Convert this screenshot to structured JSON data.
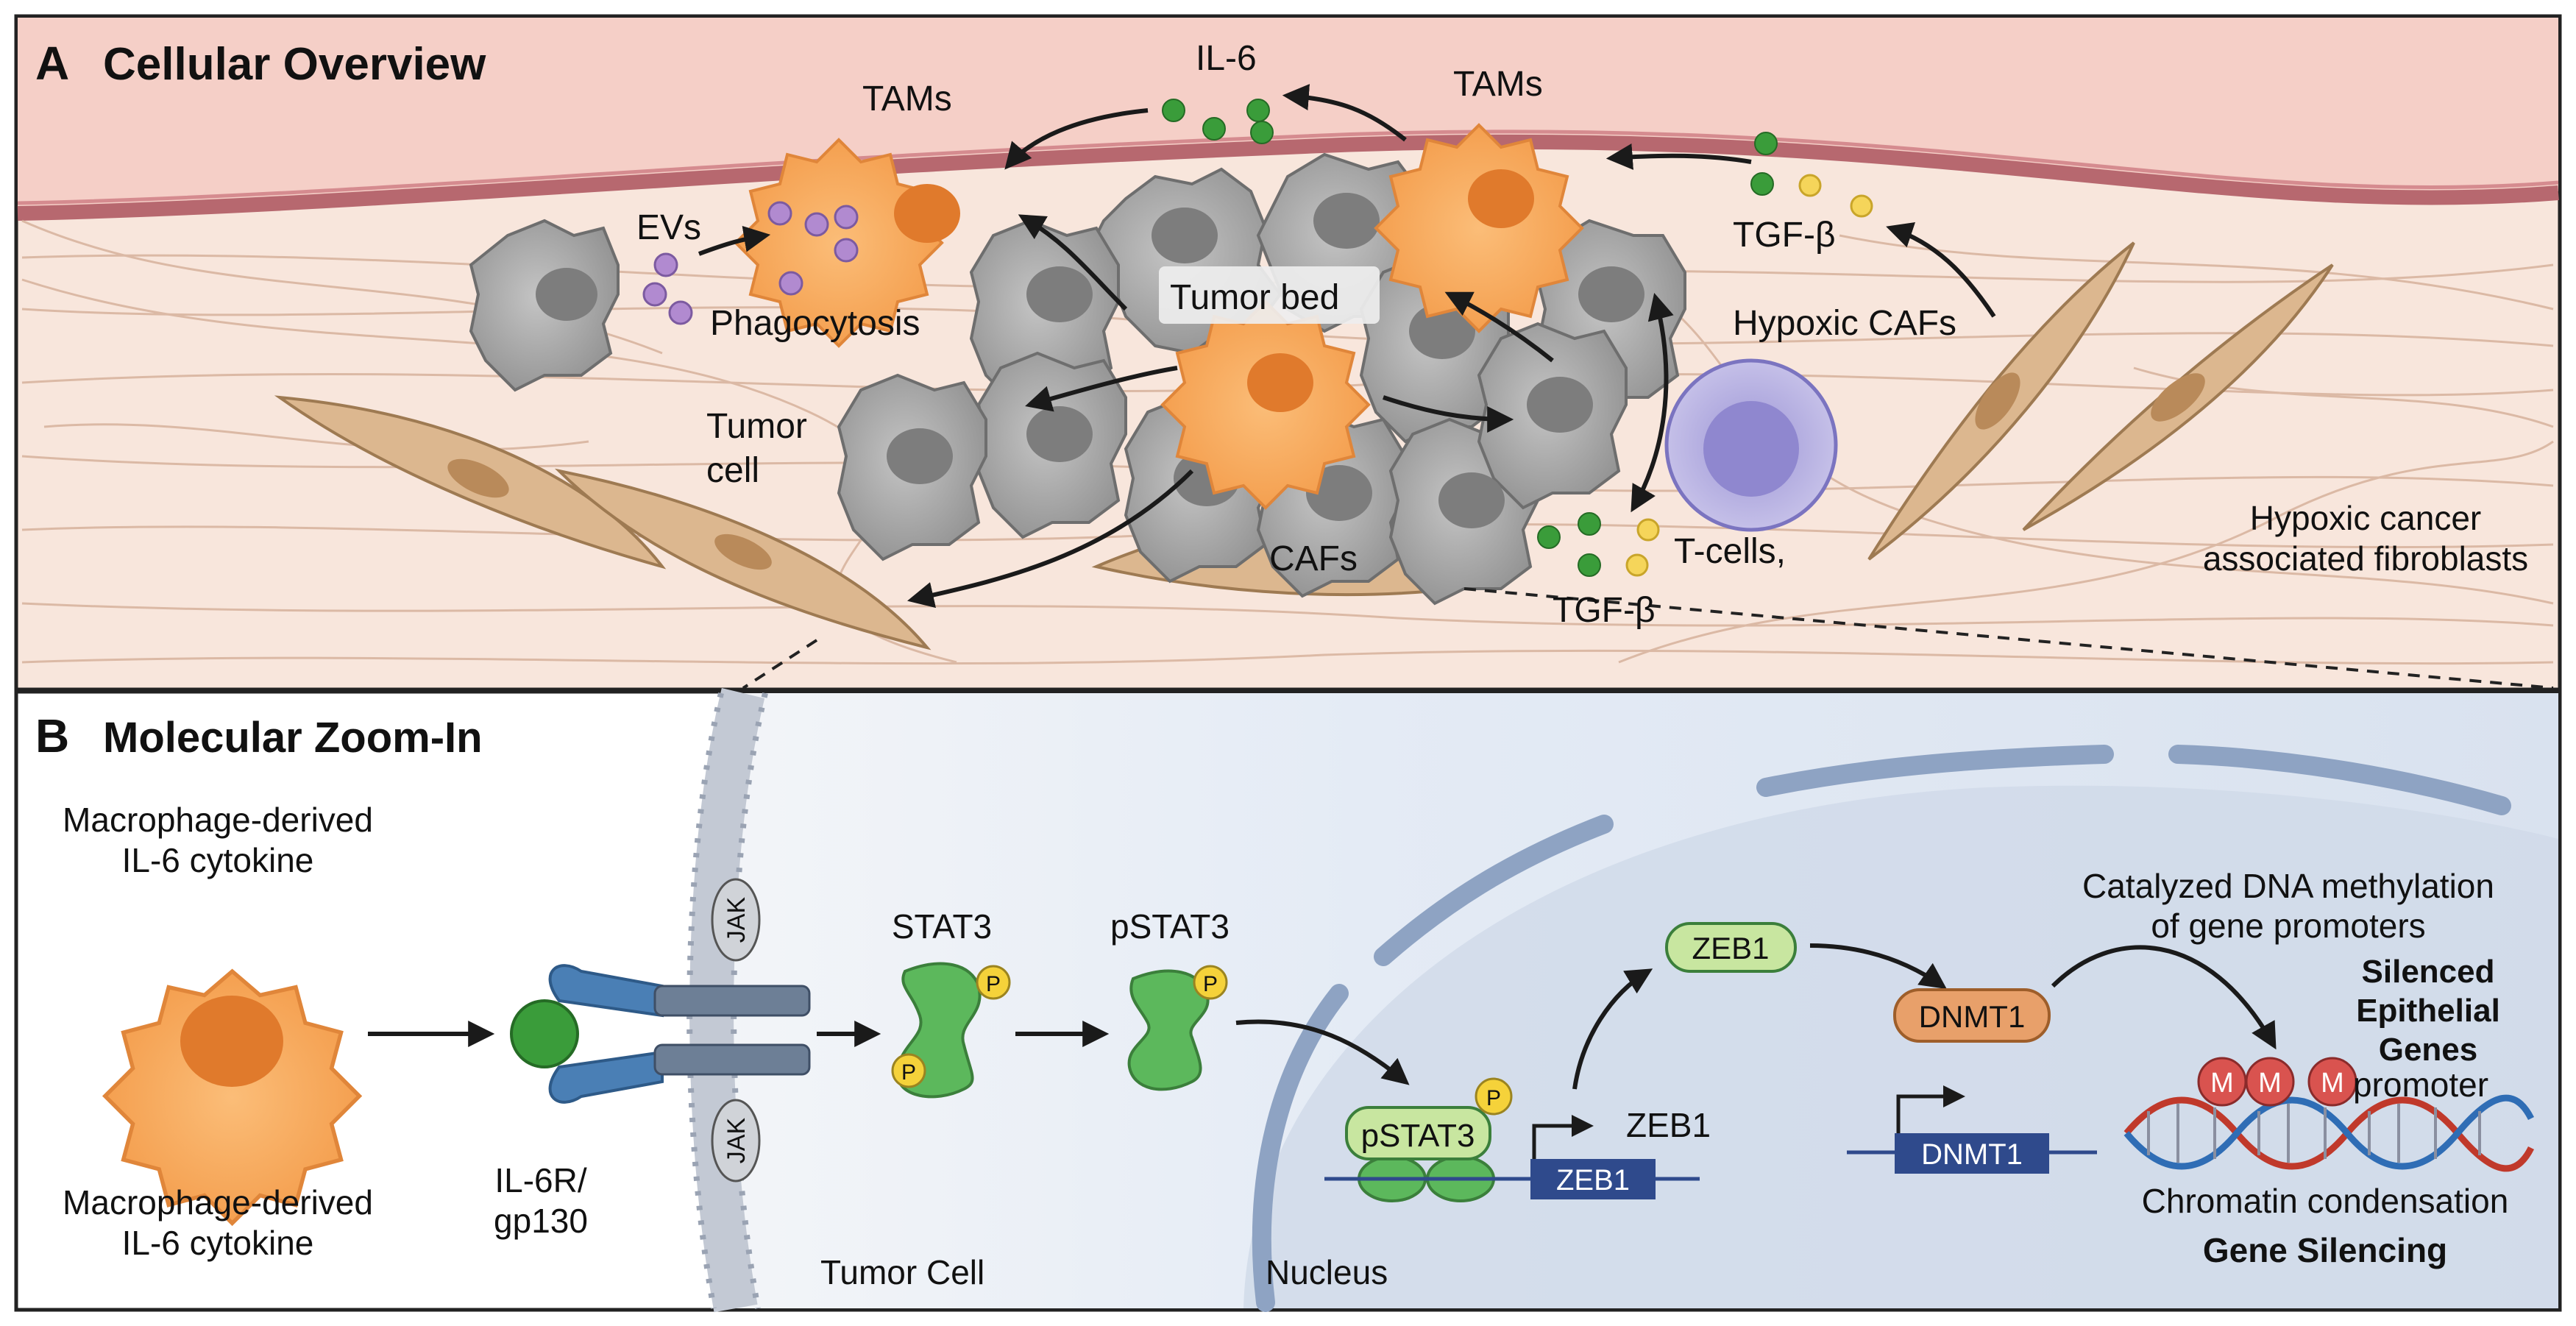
{
  "panel_a": {
    "letter": "A",
    "title": "Cellular Overview",
    "labels": {
      "il6": "IL-6",
      "tams_left": "TAMs",
      "tams_right": "TAMs",
      "evs": "EVs",
      "phagocytosis": "Phagocytosis",
      "tumor_bed": "Tumor bed",
      "tumor_cell_1": "Tumor",
      "tumor_cell_2": "cell",
      "tgfb_top": "TGF-β",
      "hypoxic_cafs": "Hypoxic CAFs",
      "cafs": "CAFs",
      "tcells": "T-cells,",
      "tgfb_bottom": "TGF-β",
      "hypoxic_fibro_1": "Hypoxic cancer",
      "hypoxic_fibro_2": "associated fibroblasts"
    }
  },
  "panel_b": {
    "letter": "B",
    "title": "Molecular Zoom-In",
    "labels": {
      "macro_top_1": "Macrophage-derived",
      "macro_top_2": "IL-6 cytokine",
      "macro_bottom_1": "Macrophage-derived",
      "macro_bottom_2": "IL-6 cytokine",
      "receptor_1": "IL-6R/",
      "receptor_2": "gp130",
      "jak_top": "JAK",
      "jak_bottom": "JAK",
      "stat3": "STAT3",
      "pstat3": "pSTAT3",
      "phospho": "P",
      "pstat3_nuclear": "pSTAT3",
      "zeb1_gene_label": "ZEB1",
      "zeb1_box": "ZEB1",
      "zeb1_protein": "ZEB1",
      "dnmt1_protein": "DNMT1",
      "dnmt1_box": "DNMT1",
      "catalyzed_1": "Catalyzed DNA methylation",
      "catalyzed_2": "of gene promoters",
      "silenced_1": "Silenced",
      "silenced_2": "Epithelial",
      "silenced_3": "Genes",
      "promoter": "promoter",
      "methyl": "M",
      "chromatin": "Chromatin condensation",
      "gene_silencing": "Gene Silencing",
      "tumor_cell": "Tumor Cell",
      "nucleus": "Nucleus"
    }
  },
  "colors": {
    "tam_orange": "#f7a55a",
    "tumor_gray": "#a7a7a7",
    "caf_tan": "#d9b48a",
    "stat_green": "#5cb85c",
    "zeb1_green": "#c8e6a0",
    "dnmt1_orange": "#e8a06a",
    "dna_blue": "#2f4a8c",
    "methyl_red": "#d9534f",
    "phospho_yellow": "#f5d23a",
    "panel_b_bg": "#dfe7f3",
    "panel_a_bg": "#f7e3d8"
  }
}
